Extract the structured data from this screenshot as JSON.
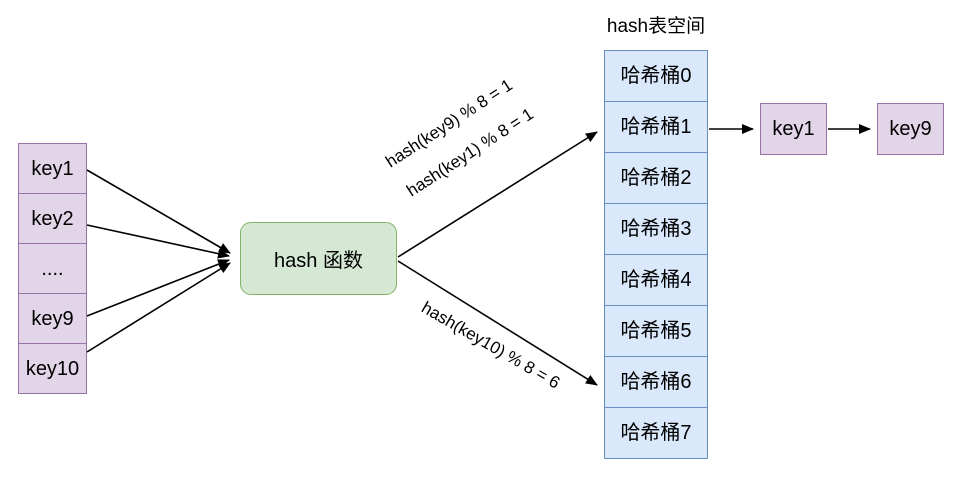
{
  "title": "hash表空间",
  "colors": {
    "purple_fill": "#E1D5E7",
    "purple_stroke": "#9673A6",
    "green_fill": "#D5E8D4",
    "green_stroke": "#82B366",
    "blue_fill": "#DAE8FC",
    "blue_stroke": "#6C8EBF",
    "arrow": "#000000",
    "background": "#FFFFFF"
  },
  "key_list": [
    "key1",
    "key2",
    "....",
    "key9",
    "key10"
  ],
  "hash_function": {
    "label": "hash 函数"
  },
  "buckets": [
    "哈希桶0",
    "哈希桶1",
    "哈希桶2",
    "哈希桶3",
    "哈希桶4",
    "哈希桶5",
    "哈希桶6",
    "哈希桶7"
  ],
  "chain": {
    "first": "key1",
    "second": "key9"
  },
  "arrow_labels": {
    "key9": "hash(key9) % 8 = 1",
    "key1": "hash(key1) % 8 = 1",
    "key10": "hash(key10) % 8 = 6"
  }
}
